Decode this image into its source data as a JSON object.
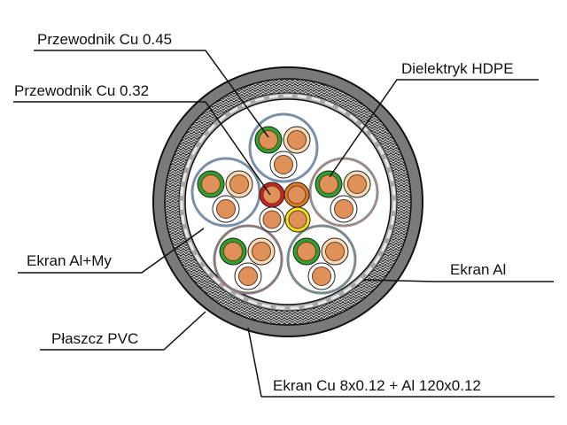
{
  "labels": {
    "conductor_045": "Przewodnik Cu 0.45",
    "conductor_032": "Przewodnik Cu 0.32",
    "dielectric": "Dielektryk HDPE",
    "screen_al_my": "Ekran Al+My",
    "screen_al": "Ekran Al",
    "jacket": "Płaszcz PVC",
    "screen_cu": "Ekran Cu 8x0.12 + Al 120x0.12"
  },
  "colors": {
    "jacket": "#777777",
    "copper": "#e0915a",
    "green": "#2ea02e",
    "beige": "#f5dcb8",
    "red": "#cc2222",
    "orange": "#e07a20",
    "yellow": "#f0e020"
  }
}
